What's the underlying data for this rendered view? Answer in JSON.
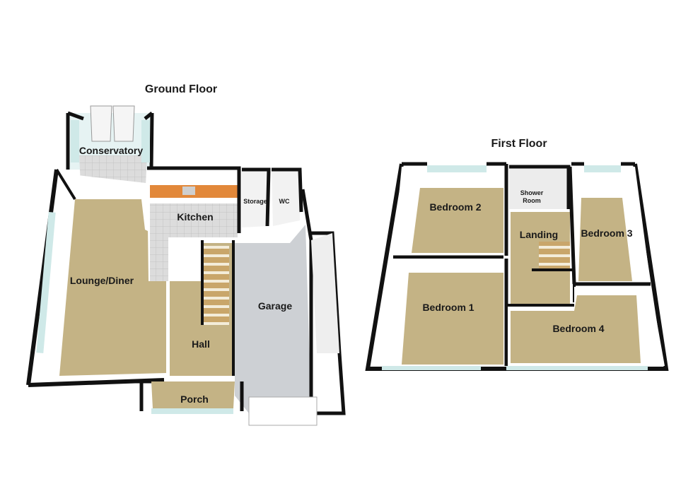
{
  "floors": {
    "ground": {
      "title": "Ground Floor",
      "rooms": {
        "conservatory": "Conservatory",
        "kitchen": "Kitchen",
        "storage": "Storage",
        "wc": "WC",
        "lounge_diner": "Lounge/Diner",
        "garage": "Garage",
        "hall": "Hall",
        "porch": "Porch"
      }
    },
    "first": {
      "title": "First Floor",
      "rooms": {
        "bedroom_2": "Bedroom 2",
        "shower_room_line1": "Shower",
        "shower_room_line2": "Room",
        "landing": "Landing",
        "bedroom_3": "Bedroom 3",
        "bedroom_1": "Bedroom 1",
        "bedroom_4": "Bedroom 4"
      }
    }
  },
  "colors": {
    "carpet": "#c4b385",
    "wall": "#111111",
    "wall_inner": "#f2f2f2",
    "tile": "#d8d8d8",
    "garage_floor": "#cdd0d4",
    "worktop": "#e2883a",
    "glass": "#cfe9e8",
    "stairs": "#c9a66a"
  }
}
